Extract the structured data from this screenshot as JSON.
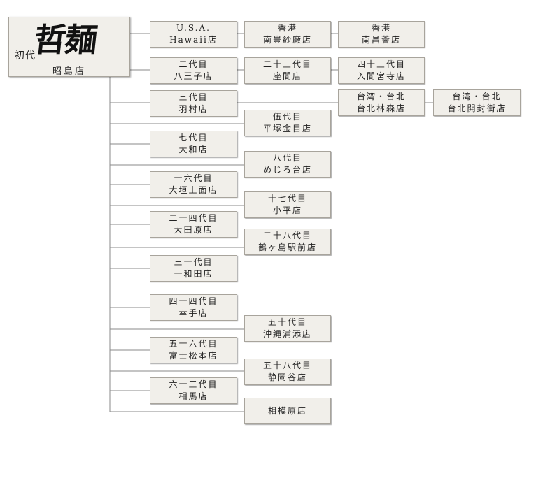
{
  "root": {
    "prefix": "初代",
    "logo": "哲麺",
    "name": "昭島店"
  },
  "branches": {
    "usa": [
      "U.S.A.",
      "Hawaii店"
    ],
    "hk1": [
      "香港",
      "南豊紗廠店"
    ],
    "hk2": [
      "香港",
      "南昌薈店"
    ],
    "g2": [
      "二代目",
      "八王子店"
    ],
    "g23": [
      "二十三代目",
      "座間店"
    ],
    "g43": [
      "四十三代目",
      "入間宮寺店"
    ],
    "g3": [
      "三代目",
      "羽村店"
    ],
    "tw1": [
      "台湾・台北",
      "台北林森店"
    ],
    "tw2": [
      "台湾・台北",
      "台北開封街店"
    ],
    "g5": [
      "伍代目",
      "平塚金目店"
    ],
    "g7": [
      "七代目",
      "大和店"
    ],
    "g8": [
      "八代目",
      "めじろ台店"
    ],
    "g16": [
      "十六代目",
      "大垣上面店"
    ],
    "g17": [
      "十七代目",
      "小平店"
    ],
    "g24": [
      "二十四代目",
      "大田原店"
    ],
    "g28": [
      "二十八代目",
      "鶴ヶ島駅前店"
    ],
    "g30": [
      "三十代目",
      "十和田店"
    ],
    "g44": [
      "四十四代目",
      "幸手店"
    ],
    "g50": [
      "五十代目",
      "沖縄浦添店"
    ],
    "g56": [
      "五十六代目",
      "富士松本店"
    ],
    "g58": [
      "五十八代目",
      "静岡谷店"
    ],
    "g63": [
      "六十三代目",
      "相馬店"
    ],
    "sagamihara": [
      "相模原店"
    ]
  }
}
